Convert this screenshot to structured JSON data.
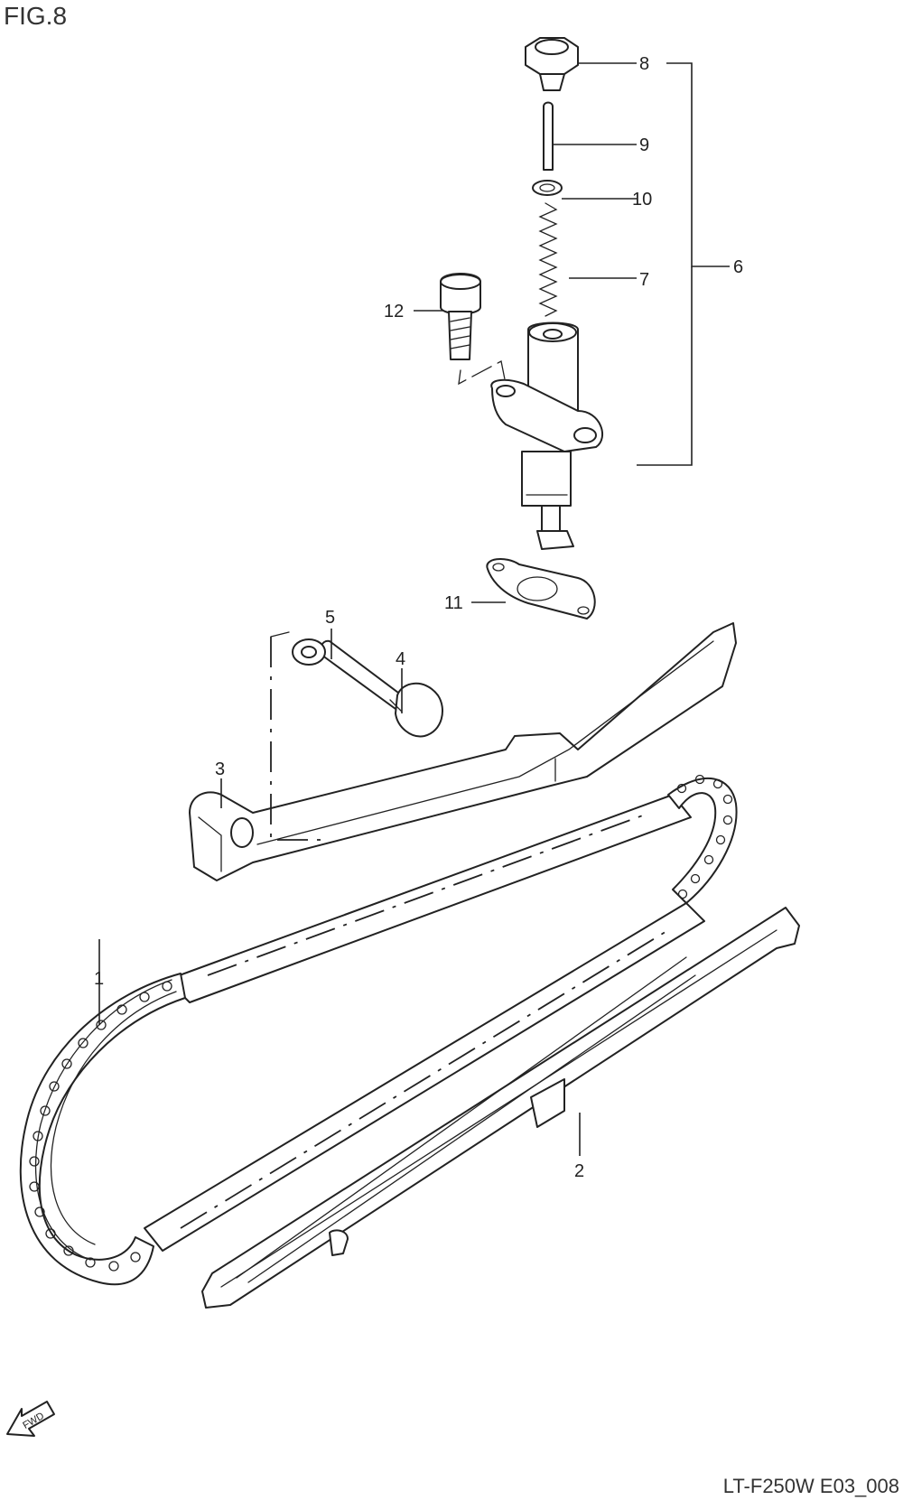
{
  "figure": {
    "title": "FIG.8",
    "code": "LT-F250W E03_008",
    "fwd_label": "FWD"
  },
  "callouts": [
    {
      "id": "1",
      "label": "1"
    },
    {
      "id": "2",
      "label": "2"
    },
    {
      "id": "3",
      "label": "3"
    },
    {
      "id": "4",
      "label": "4"
    },
    {
      "id": "5",
      "label": "5"
    },
    {
      "id": "6",
      "label": "6"
    },
    {
      "id": "7",
      "label": "7"
    },
    {
      "id": "8",
      "label": "8"
    },
    {
      "id": "9",
      "label": "9"
    },
    {
      "id": "10",
      "label": "10"
    },
    {
      "id": "11",
      "label": "11"
    },
    {
      "id": "12",
      "label": "12"
    }
  ]
}
